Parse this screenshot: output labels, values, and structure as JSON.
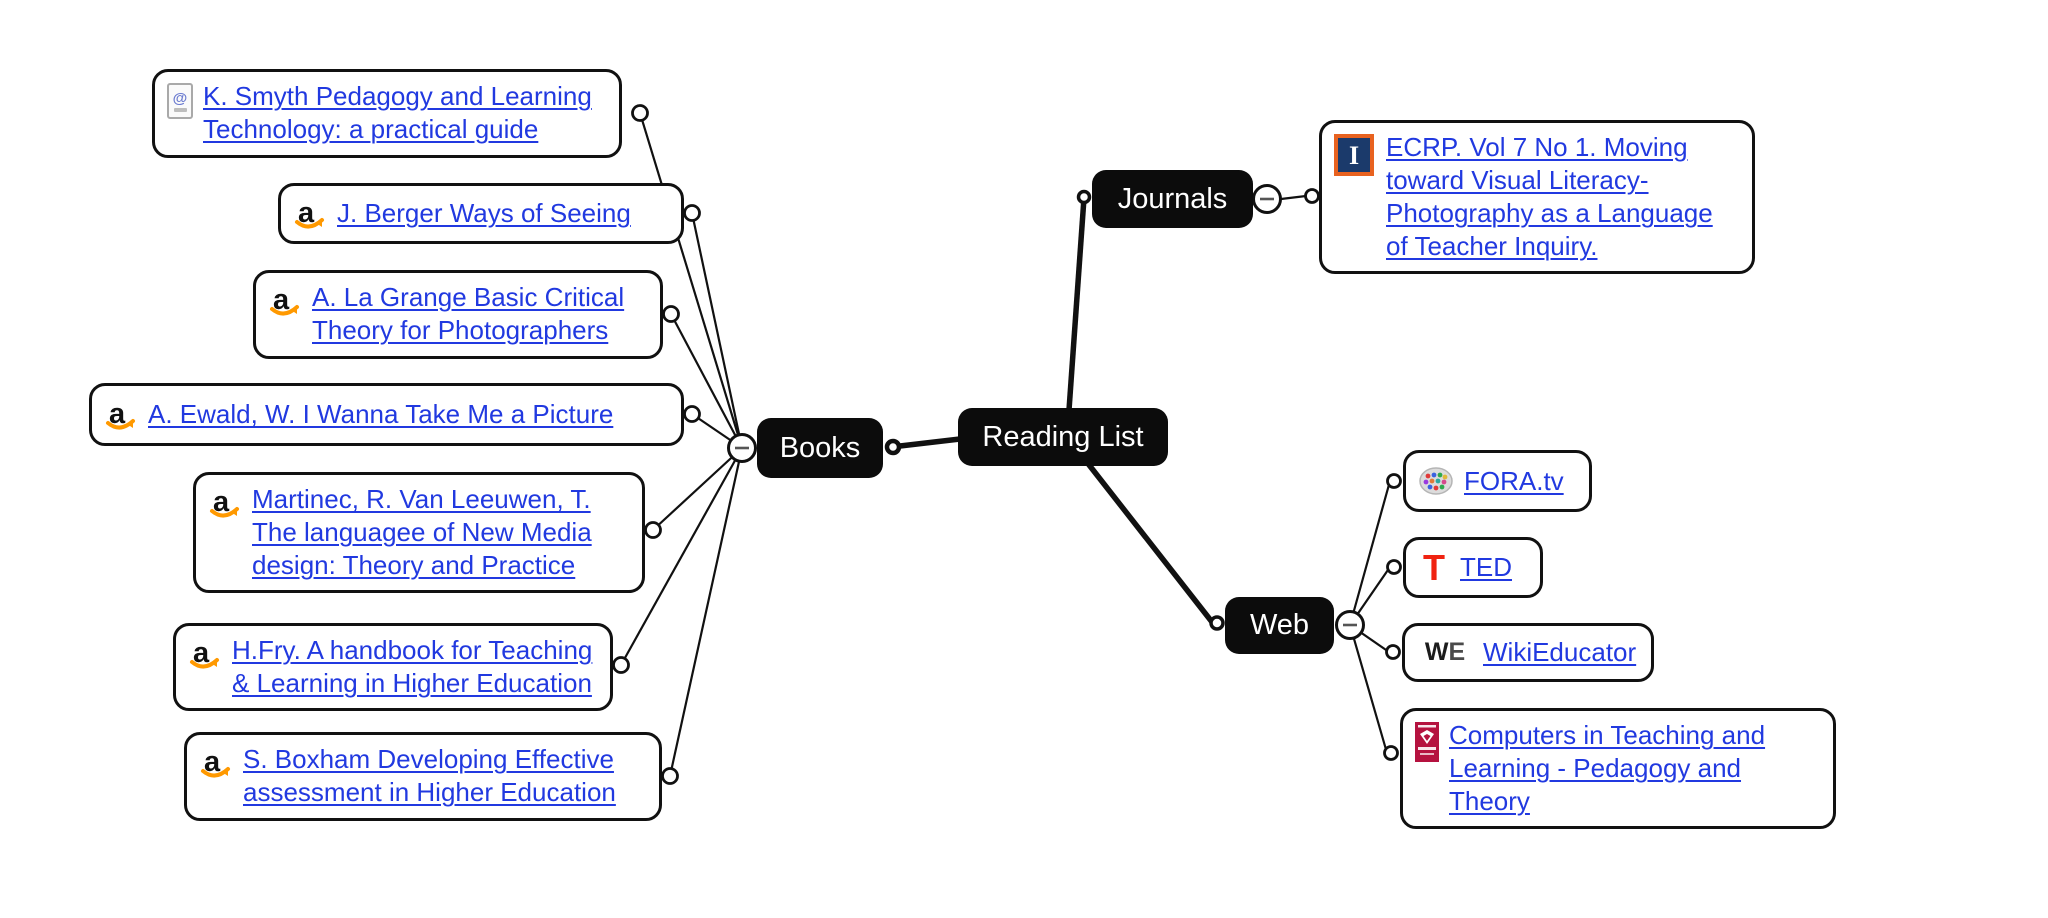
{
  "map": {
    "root": {
      "label": "Reading List"
    },
    "branches": {
      "books": {
        "label": "Books",
        "items": [
          {
            "icon": "email-document-icon",
            "label": "K. Smyth Pedagogy and Learning Technology: a practical guide"
          },
          {
            "icon": "amazon-icon",
            "label": "J. Berger Ways of Seeing"
          },
          {
            "icon": "amazon-icon",
            "label": "A. La Grange Basic Critical Theory for Photographers"
          },
          {
            "icon": "amazon-icon",
            "label": "A. Ewald, W. I Wanna Take Me a Picture"
          },
          {
            "icon": "amazon-icon",
            "label": "Martinec, R. Van Leeuwen, T. The languagee of New Media design: Theory and Practice"
          },
          {
            "icon": "amazon-icon",
            "label": "H.Fry. A handbook for Teaching & Learning in Higher Education"
          },
          {
            "icon": "amazon-icon",
            "label": "S. Boxham Developing Effective assessment in Higher Education"
          }
        ]
      },
      "journals": {
        "label": "Journals",
        "items": [
          {
            "icon": "ecrp-column-icon",
            "label": "ECRP. Vol 7 No 1. Moving toward Visual Literacy-Photography as a Language of Teacher Inquiry."
          }
        ]
      },
      "web": {
        "label": "Web",
        "items": [
          {
            "icon": "fora-globe-icon",
            "label": "FORA.tv"
          },
          {
            "icon": "ted-icon",
            "label": "TED"
          },
          {
            "icon": "wikieducator-icon",
            "label": "WikiEducator"
          },
          {
            "icon": "crest-icon",
            "label": "Computers in Teaching and Learning - Pedagogy and Theory"
          }
        ]
      }
    }
  },
  "icons": {
    "amazon_glyph": "a",
    "ted_glyph": "T",
    "wikieducator_w": "W",
    "wikieducator_e": "E",
    "at_glyph": "@",
    "ecrp_glyph": "I"
  },
  "colors": {
    "link": "#2139e0",
    "node_fill": "#0c0c0c",
    "line": "#111111",
    "ted_red": "#f02311",
    "crest_crimson": "#b5123f",
    "ecrp_navy": "#1b3a6b",
    "ecrp_orange": "#e8621f",
    "amazon_orange": "#ff9900"
  }
}
